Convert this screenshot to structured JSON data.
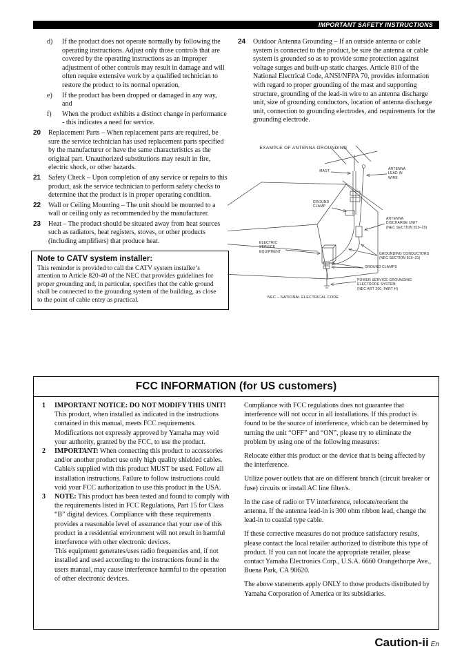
{
  "header": {
    "title": "IMPORTANT SAFETY INSTRUCTIONS"
  },
  "left_column": {
    "lettered_items": [
      {
        "label": "d)",
        "text": "If the product does not operate normally by following the operating instructions. Adjust only those controls that are covered by the operating instructions as an improper adjustment of other controls may result in damage and will often require extensive work by a qualified technician to restore the product to its normal operation,"
      },
      {
        "label": "e)",
        "text": "If the product has been dropped or damaged in any way, and"
      },
      {
        "label": "f)",
        "text": "When the product exhibits a distinct change in performance - this indicates a need for service."
      }
    ],
    "numbered_items": [
      {
        "number": "20",
        "text": "Replacement Parts – When replacement parts are required, be sure the service technician has used replacement parts specified by the manufacturer or have the same characteristics as the original part. Unauthorized substitutions may result in fire, electric shock, or other hazards."
      },
      {
        "number": "21",
        "text": "Safety Check – Upon completion of any service or repairs to this product, ask the service technician to perform safety checks to determine that the product is in proper operating condition."
      },
      {
        "number": "22",
        "text": "Wall or Ceiling Mounting – The unit should be mounted to a wall or ceiling only as recommended by the manufacturer."
      },
      {
        "number": "23",
        "text": "Heat – The product should be situated away from heat sources such as radiators, heat registers, stoves, or other products (including amplifiers) that produce heat."
      }
    ],
    "catv_note": {
      "title": "Note to CATV system installer:",
      "body": "This reminder is provided to call the CATV system installer’s attention to Article 820-40 of the NEC that provides guidelines for proper grounding and, in particular, specifies that the cable ground shall be connected to the grounding system of the building, as close to the point of cable entry as practical."
    }
  },
  "right_column": {
    "numbered_items": [
      {
        "number": "24",
        "text": "Outdoor Antenna Grounding – If an outside antenna or cable system is connected to the product, be sure the antenna or cable system is grounded so as to provide some protection against voltage surges and built-up static charges. Article 810 of the National Electrical Code, ANSI/NFPA 70, provides information with regard to proper grounding of the mast and supporting structure, grounding of the lead-in wire to an antenna discharge unit, size of grounding conductors, location of antenna discharge unit, connection to grounding electrodes, and requirements for the grounding electrode."
      }
    ],
    "diagram": {
      "caption": "EXAMPLE OF ANTENNA GROUNDING",
      "labels": {
        "mast": "MAST",
        "antenna_lead_in_wire": "ANTENNA\nLEAD IN\nWIRE",
        "ground_clamp": "GROUND\nCLAMP",
        "antenna_discharge_unit": "ANTENNA\nDISCHARGE UNIT\n(NEC SECTION 810–20)",
        "electric_service_equipment": "ELECTRIC\nSERVICE\nEQUIPMENT",
        "grounding_conductors": "GROUNDING CONDUCTORS\n(NEC SECTION 810–21)",
        "ground_clamps": "GROUND CLAMPS",
        "power_service_grounding": "POWER SERVICE GROUNDING\nELECTRODE SYSTEM\n(NEC ART 250, PART H)",
        "nec_note": "NEC – NATIONAL ELECTRICAL CODE"
      }
    }
  },
  "fcc_box": {
    "title": "FCC INFORMATION (for US customers)",
    "left_items": [
      {
        "number": "1",
        "heading": "IMPORTANT NOTICE: DO NOT MODIFY THIS UNIT!",
        "body": "This product, when installed as indicated in the instructions contained in this manual, meets FCC requirements. Modifications not expressly approved by Yamaha may void your authority, granted by the FCC, to use the product."
      },
      {
        "number": "2",
        "heading": "IMPORTANT:",
        "body": "When connecting this product to accessories and/or another product use only high quality shielded cables. Cable/s supplied with this product MUST be used. Follow all installation instructions. Failure to follow instructions could void your FCC authorization to use this product in the USA."
      },
      {
        "number": "3",
        "heading": "NOTE:",
        "body": "This product has been tested and found to comply with the requirements listed in FCC Regulations, Part 15 for Class “B” digital devices. Compliance with these requirements provides a reasonable level of assurance that your use of this product in a residential environment will not result in harmful interference with other electronic devices.",
        "body2": "This equipment generates/uses radio frequencies and, if not installed and used according to the instructions found in the users manual, may cause interference harmful to the operation of other electronic devices."
      }
    ],
    "right_paragraphs": [
      "Compliance with FCC regulations does not guarantee that interference will not occur in all installations. If this product is found to be the source of interference, which can be determined by turning the unit “OFF” and “ON”, please try to eliminate the problem by using one of the following measures:",
      "Relocate either this product or the device that is being affected by the interference.",
      "Utilize power outlets that are on different branch (circuit breaker or fuse) circuits or install AC line filter/s.",
      "In the case of radio or TV interference, relocate/reorient the antenna. If the antenna lead-in is 300 ohm ribbon lead, change the lead-in to coaxial type cable.",
      "If these corrective measures do not produce satisfactory results, please contact the local retailer authorized to distribute this type of product. If you can not locate the appropriate retailer, please contact Yamaha Electronics Corp., U.S.A. 6660 Orangethorpe Ave., Buena Park, CA 90620.",
      "The above statements apply ONLY to those products distributed by Yamaha Corporation of America or its subsidiaries."
    ]
  },
  "footer": {
    "caution": "Caution-ii",
    "lang": "En"
  }
}
